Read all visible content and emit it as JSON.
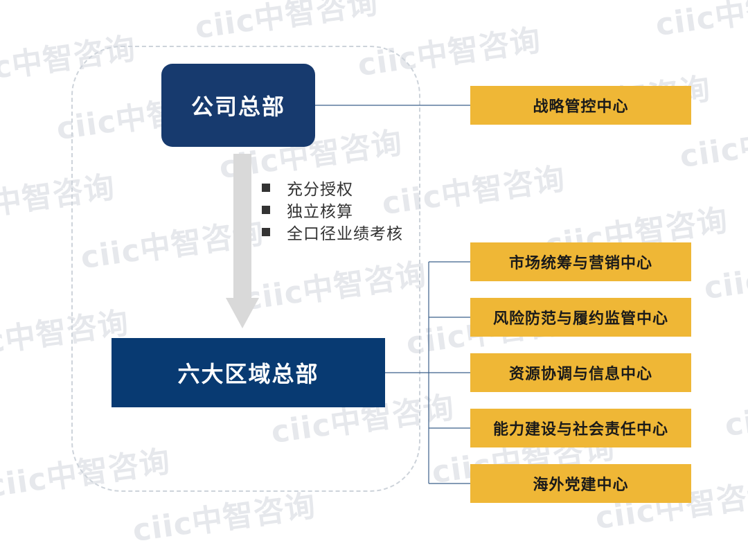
{
  "watermark": "ciic中智咨询",
  "hq_label": "公司总部",
  "bullets": [
    "充分授权",
    "独立核算",
    "全口径业绩考核"
  ],
  "region_label": "六大区域总部",
  "hq_center": "战略管控中心",
  "region_centers": [
    "市场统筹与营销中心",
    "风险防范与履约监管中心",
    "资源协调与信息中心",
    "能力建设与社会责任中心",
    "海外党建中心"
  ],
  "colors": {
    "navy": "#173a6e",
    "region_navy": "#083a72",
    "gold": "#efb736",
    "arrow_gray": "#d9d9d9",
    "connector": "#3b5f8a"
  }
}
